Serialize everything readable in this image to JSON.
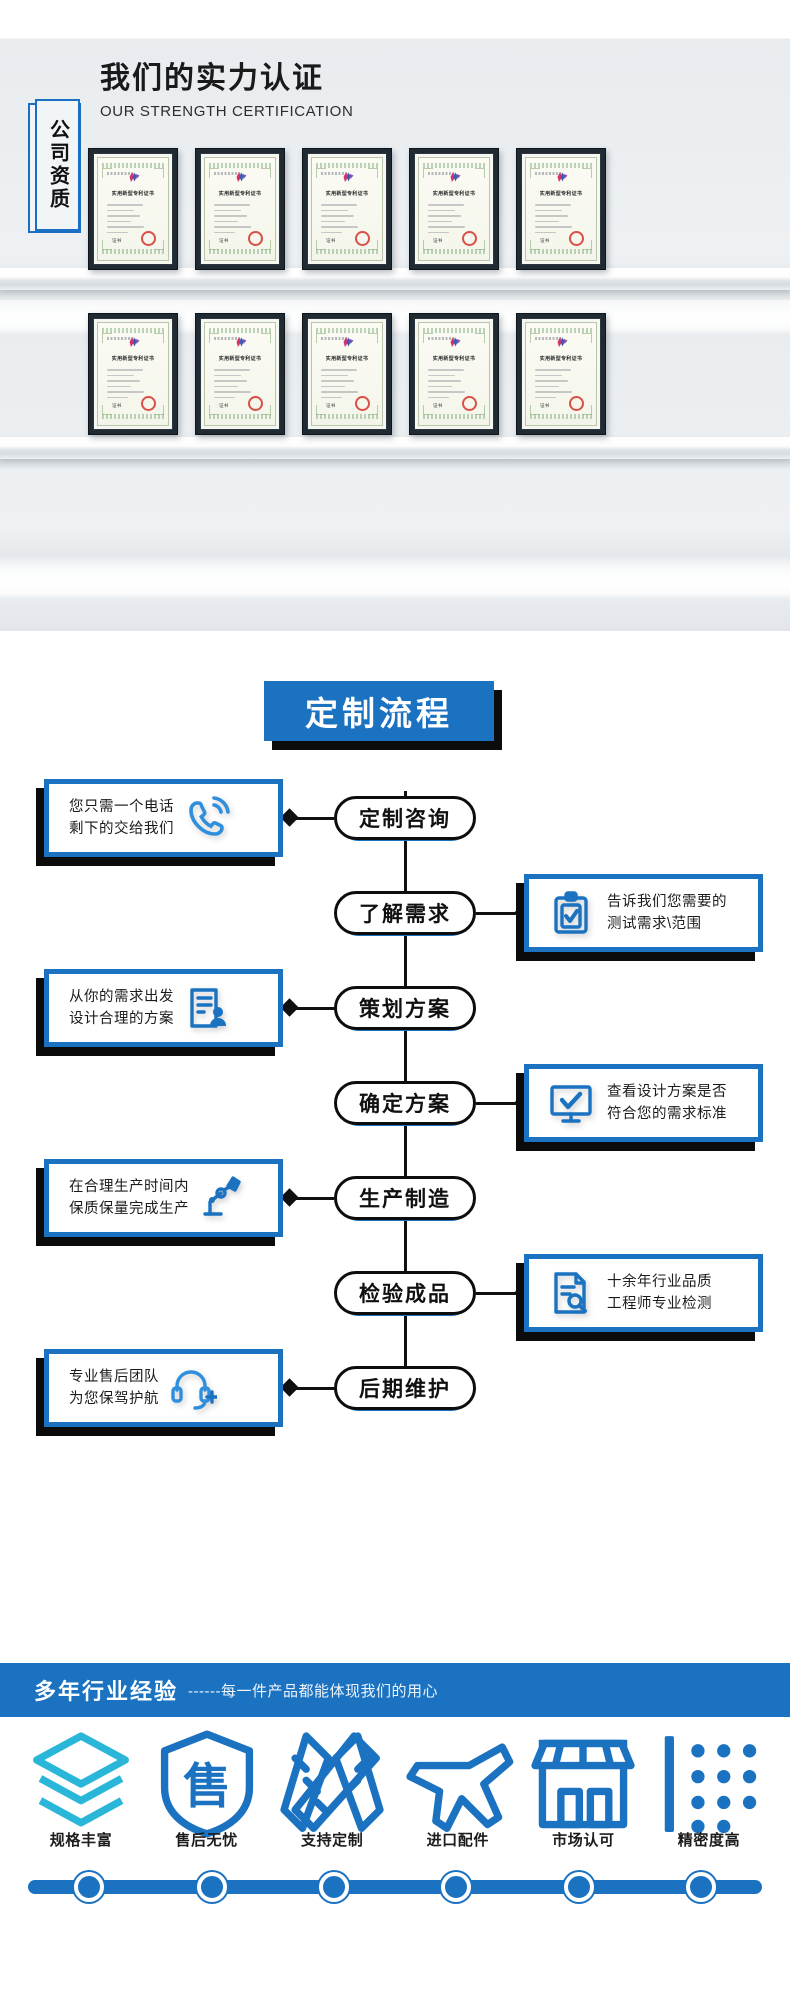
{
  "certification": {
    "title_cn": "我们的实力认证",
    "title_en": "OUR STRENGTH CERTIFICATION",
    "badge_label": "公司资质",
    "certificate_title": "实用新型专利证书",
    "certificate_sign": "证书",
    "row1_count": 5,
    "row2_count": 5,
    "accent_color": "#1a6fc4"
  },
  "flow": {
    "title": "定制流程",
    "accent_color": "#1a72c0",
    "steps": [
      {
        "label": "定制咨询",
        "side": "left",
        "icon": "phone-call-icon",
        "desc": "您只需一个电话\n剩下的交给我们"
      },
      {
        "label": "了解需求",
        "side": "right",
        "icon": "clipboard-check-icon",
        "desc": "告诉我们您需要的\n测试需求\\范围"
      },
      {
        "label": "策划方案",
        "side": "left",
        "icon": "document-user-icon",
        "desc": "从你的需求出发\n设计合理的方案"
      },
      {
        "label": "确定方案",
        "side": "right",
        "icon": "monitor-check-icon",
        "desc": "查看设计方案是否\n符合您的需求标准"
      },
      {
        "label": "生产制造",
        "side": "left",
        "icon": "robot-arm-icon",
        "desc": "在合理生产时间内\n保质保量完成生产"
      },
      {
        "label": "检验成品",
        "side": "right",
        "icon": "document-search-icon",
        "desc": "十余年行业品质\n工程师专业检测"
      },
      {
        "label": "后期维护",
        "side": "left",
        "icon": "headset-support-icon",
        "desc": "专业售后团队\n为您保驾护航"
      }
    ]
  },
  "experience": {
    "headline": "多年行业经验",
    "tagline": "------每一件产品都能体现我们的用心",
    "bar_color": "#1a72c0"
  },
  "features": [
    {
      "label": "规格丰富",
      "icon": "layers-icon"
    },
    {
      "label": "售后无忧",
      "icon": "shield-sale-icon"
    },
    {
      "label": "支持定制",
      "icon": "pencil-ruler-icon"
    },
    {
      "label": "进口配件",
      "icon": "airplane-icon"
    },
    {
      "label": "市场认可",
      "icon": "storefront-icon"
    },
    {
      "label": "精密度高",
      "icon": "precision-dots-icon"
    }
  ],
  "track": {
    "node_count": 6
  }
}
